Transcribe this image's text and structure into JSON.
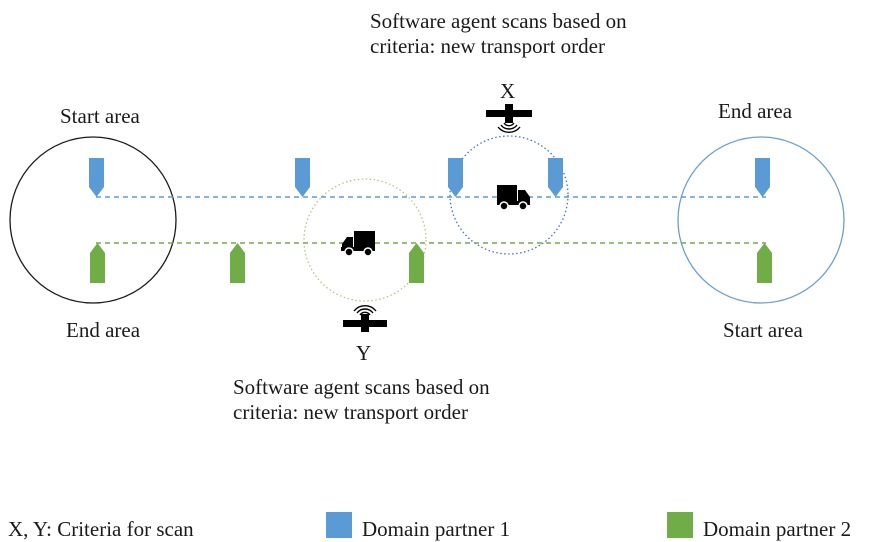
{
  "labels": {
    "left_top": "Start area",
    "left_bottom": "End area",
    "right_top": "End area",
    "right_bottom": "Start area",
    "scanner_x": "X",
    "scanner_y": "Y",
    "scan_x_text": "Software agent scans based on\ncriteria: new transport order",
    "scan_y_text": "Software agent scans based on\ncriteria: new transport order"
  },
  "legend": {
    "criteria": "X, Y: Criteria for scan",
    "partner1": "Domain partner 1",
    "partner2": "Domain partner 2"
  },
  "colors": {
    "partner1": "#5b9bd5",
    "partner2": "#70ad47",
    "route1": "#5b9bd5",
    "route2": "#70ad47",
    "left_circle": "#1a1a1a",
    "right_circle": "#6a9fcf",
    "scan_x_circle": "#4472c4",
    "scan_y_circle": "#c9b98a"
  },
  "icons": {
    "truck": "truck-icon",
    "scanner": "satellite-scanner-icon",
    "marker": "pentagon-marker-icon"
  }
}
